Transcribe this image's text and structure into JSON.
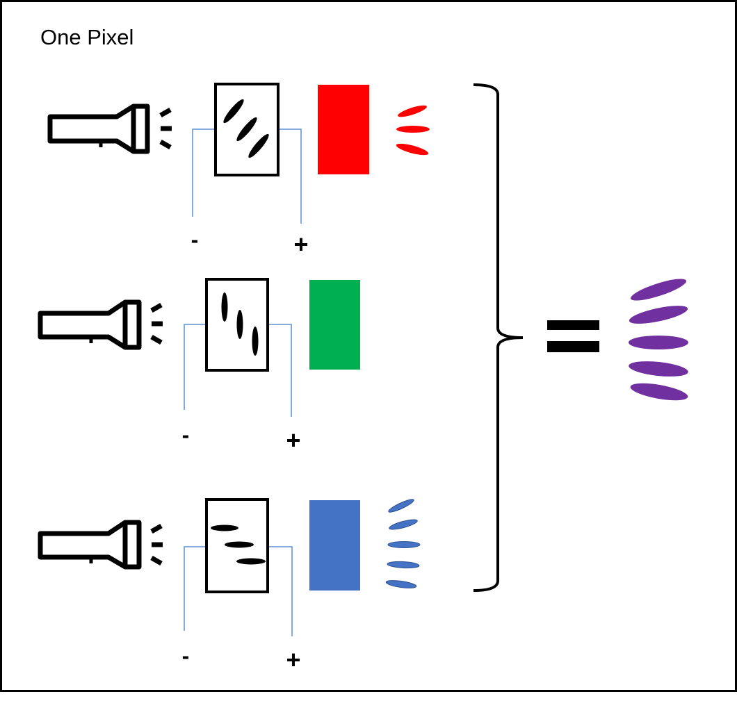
{
  "title": "One Pixel",
  "colors": {
    "red": "#ff0000",
    "green": "#00b050",
    "blue": "#4472c4",
    "purple": "#7030a0",
    "wire": "#5b8ed6",
    "ink": "#000000"
  },
  "channels": [
    {
      "name": "red",
      "crystal_orientation": "diagonal",
      "minus_label": "-",
      "plus_label": "+",
      "filter_color": "#ff0000",
      "output_rays": 3
    },
    {
      "name": "green",
      "crystal_orientation": "vertical",
      "minus_label": "-",
      "plus_label": "+",
      "filter_color": "#00b050",
      "output_rays": 0
    },
    {
      "name": "blue",
      "crystal_orientation": "horizontal",
      "minus_label": "-",
      "plus_label": "+",
      "filter_color": "#4472c4",
      "output_rays": 5
    }
  ],
  "equals_sign": "=",
  "result": {
    "color": "#7030a0",
    "rays": 5
  },
  "icons": [
    "flashlight-icon",
    "liquid-crystal-cell-icon",
    "color-filter-icon",
    "light-ray-icon",
    "curly-brace-icon",
    "equals-icon"
  ]
}
